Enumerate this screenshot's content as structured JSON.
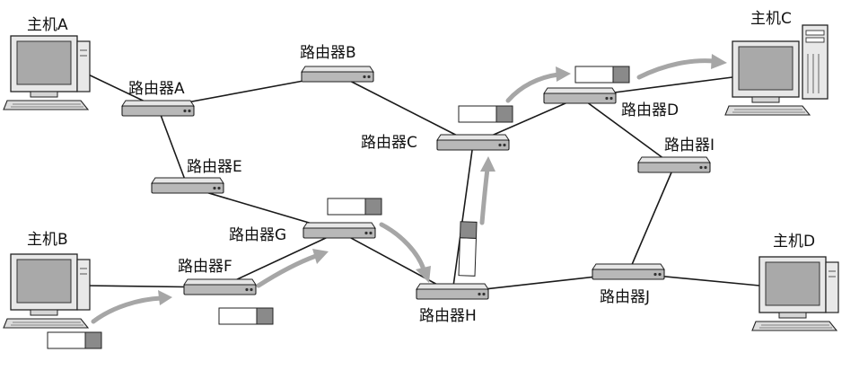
{
  "hosts": {
    "a": {
      "label": "主机A"
    },
    "b": {
      "label": "主机B"
    },
    "c": {
      "label": "主机C"
    },
    "d": {
      "label": "主机D"
    }
  },
  "routers": {
    "a": {
      "label": "路由器A"
    },
    "b": {
      "label": "路由器B"
    },
    "c": {
      "label": "路由器C"
    },
    "d": {
      "label": "路由器D"
    },
    "e": {
      "label": "路由器E"
    },
    "f": {
      "label": "路由器F"
    },
    "g": {
      "label": "路由器G"
    },
    "h": {
      "label": "路由器H"
    },
    "i": {
      "label": "路由器I"
    },
    "j": {
      "label": "路由器J"
    }
  },
  "links": [
    [
      "host-a",
      "router-a"
    ],
    [
      "router-a",
      "router-b"
    ],
    [
      "router-a",
      "router-e"
    ],
    [
      "router-b",
      "router-c"
    ],
    [
      "router-c",
      "router-d"
    ],
    [
      "router-d",
      "host-c"
    ],
    [
      "router-d",
      "router-i"
    ],
    [
      "router-e",
      "router-g"
    ],
    [
      "router-f",
      "router-g"
    ],
    [
      "host-b",
      "router-f"
    ],
    [
      "router-g",
      "router-h"
    ],
    [
      "router-h",
      "router-c"
    ],
    [
      "router-h",
      "router-j"
    ],
    [
      "router-j",
      "router-i"
    ],
    [
      "router-j",
      "host-d"
    ]
  ],
  "packet_route": [
    "host-b",
    "router-f",
    "router-g",
    "router-h",
    "router-c",
    "router-d",
    "host-c"
  ],
  "colors": {
    "packet_body": "#ffffff",
    "packet_header": "#8a8a8a",
    "flow_arrow": "#a6a6a6",
    "router_body": "#b8b8b8",
    "screen": "#a9a9a9"
  }
}
